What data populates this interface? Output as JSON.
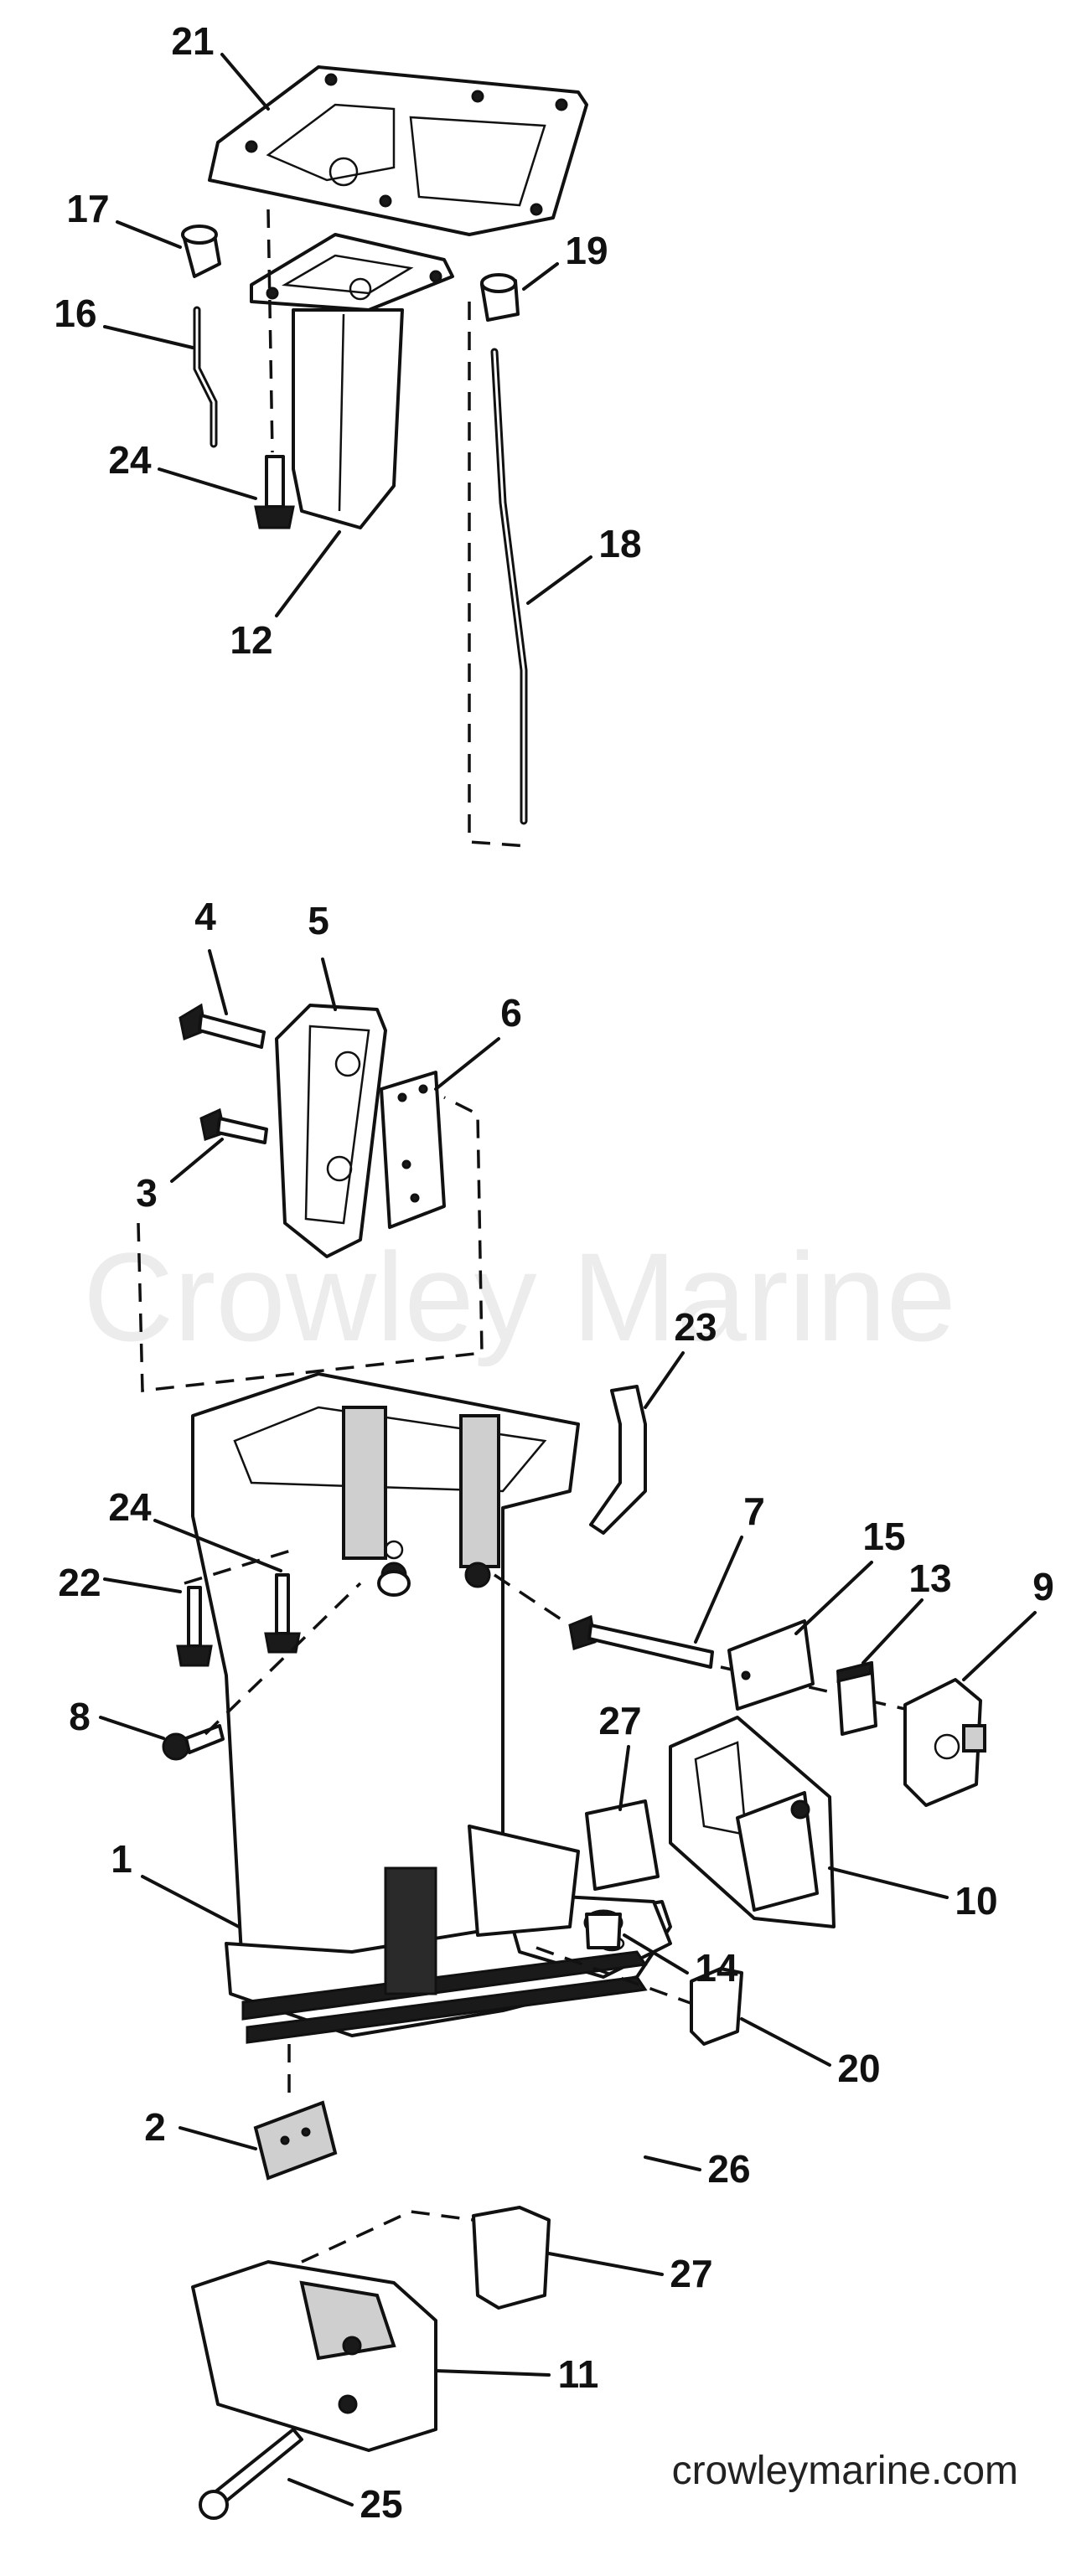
{
  "watermark": "Crowley Marine",
  "website": "crowleymarine.com",
  "callouts": [
    {
      "key": "21",
      "text": "21"
    },
    {
      "key": "17",
      "text": "17"
    },
    {
      "key": "19",
      "text": "19"
    },
    {
      "key": "16",
      "text": "16"
    },
    {
      "key": "24a",
      "text": "24"
    },
    {
      "key": "18",
      "text": "18"
    },
    {
      "key": "12",
      "text": "12"
    },
    {
      "key": "4",
      "text": "4"
    },
    {
      "key": "5",
      "text": "5"
    },
    {
      "key": "6",
      "text": "6"
    },
    {
      "key": "3",
      "text": "3"
    },
    {
      "key": "23",
      "text": "23"
    },
    {
      "key": "24b",
      "text": "24"
    },
    {
      "key": "7",
      "text": "7"
    },
    {
      "key": "15",
      "text": "15"
    },
    {
      "key": "13",
      "text": "13"
    },
    {
      "key": "9",
      "text": "9"
    },
    {
      "key": "22",
      "text": "22"
    },
    {
      "key": "8",
      "text": "8"
    },
    {
      "key": "27a",
      "text": "27"
    },
    {
      "key": "10",
      "text": "10"
    },
    {
      "key": "1",
      "text": "1"
    },
    {
      "key": "14",
      "text": "14"
    },
    {
      "key": "20",
      "text": "20"
    },
    {
      "key": "2",
      "text": "2"
    },
    {
      "key": "26",
      "text": "26"
    },
    {
      "key": "27b",
      "text": "27"
    },
    {
      "key": "11",
      "text": "11"
    },
    {
      "key": "25",
      "text": "25"
    }
  ],
  "icons": [
    "exploded-parts-diagram"
  ]
}
